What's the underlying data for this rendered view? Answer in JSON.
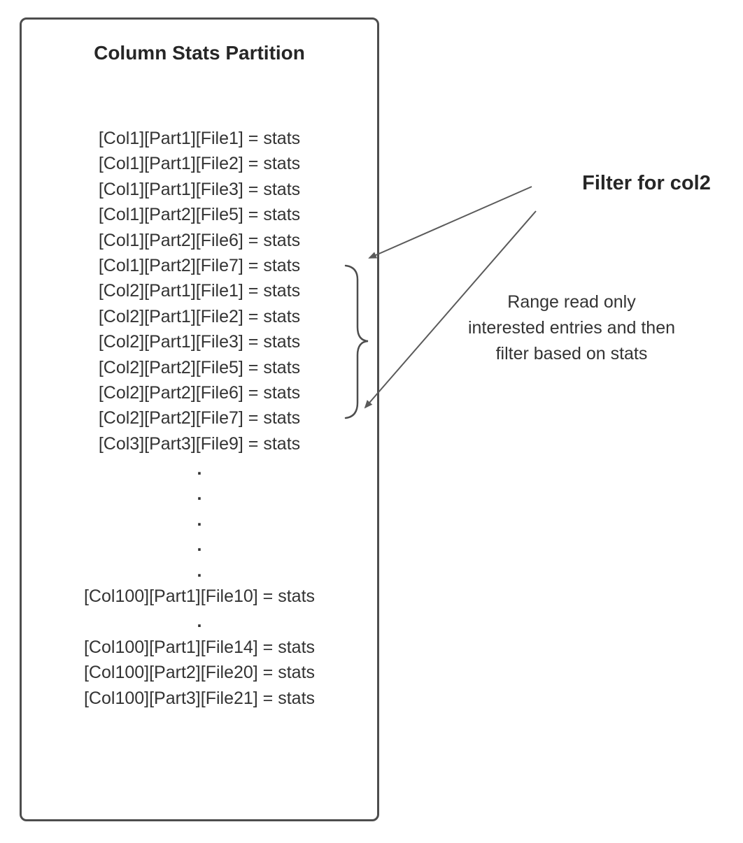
{
  "diagram": {
    "box": {
      "title": "Column Stats Partition",
      "entries": [
        "[Col1][Part1][File1] = stats",
        "[Col1][Part1][File2] = stats",
        "[Col1][Part1][File3] = stats",
        "[Col1][Part2][File5] = stats",
        "[Col1][Part2][File6] = stats",
        "[Col1][Part2][File7] = stats",
        "[Col2][Part1][File1] = stats",
        "[Col2][Part1][File2] = stats",
        "[Col2][Part1][File3] = stats",
        "[Col2][Part2][File5] = stats",
        "[Col2][Part2][File6] = stats",
        "[Col2][Part2][File7] = stats",
        "[Col3][Part3][File9] = stats",
        ".",
        ".",
        ".",
        ".",
        ".",
        "[Col100][Part1][File10] = stats",
        ".",
        "[Col100][Part1][File14] = stats",
        "[Col100][Part2][File20] = stats",
        "[Col100][Part3][File21] = stats"
      ]
    },
    "annotations": {
      "filter_label": "Filter for col2",
      "range_note": "Range read only interested entries and then filter based on stats"
    },
    "colors": {
      "background": "#ffffff",
      "border": "#4d4d4d",
      "text": "#333333",
      "arrow": "#5a5a5a"
    },
    "icons": {
      "brace": "curly-brace-right",
      "arrow_top": "arrow-to-group-top",
      "arrow_bottom": "arrow-to-group-bottom"
    }
  }
}
